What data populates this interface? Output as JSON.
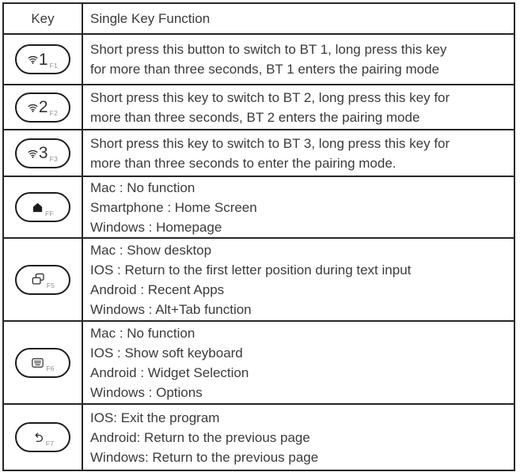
{
  "colors": {
    "table_border": "#262626",
    "body_text": "#3b3b3b",
    "keycap_border": "#1c1c1c",
    "fkey_label": "#8f8f8f",
    "background": "#ffffff"
  },
  "table": {
    "header": {
      "key_label": "Key",
      "function_label": "Single Key Function"
    },
    "rows": [
      {
        "key_name": "bt1-key",
        "icon": "wifi-icon",
        "key_number": "1",
        "fkey": "F1",
        "lines": [
          "Short press this button to switch to BT 1, long press this key",
          "for more than three seconds, BT 1 enters the pairing mode"
        ]
      },
      {
        "key_name": "bt2-key",
        "icon": "wifi-icon",
        "key_number": "2",
        "fkey": "F2",
        "lines": [
          "Short press this key to switch to BT 2, long press this key for",
          "more than three seconds, BT 2 enters the pairing mode"
        ]
      },
      {
        "key_name": "bt3-key",
        "icon": "wifi-icon",
        "key_number": "3",
        "fkey": "F3",
        "lines": [
          "Short press this key to switch to BT 3, long press this key for",
          "more than three seconds to enter the pairing mode."
        ]
      },
      {
        "key_name": "home-key",
        "icon": "home-icon",
        "key_number": "",
        "fkey": "FF",
        "lines": [
          "Mac : No function",
          "Smartphone : Home Screen",
          "Windows : Homepage"
        ]
      },
      {
        "key_name": "show-desktop-key",
        "icon": "show-desktop-icon",
        "key_number": "",
        "fkey": "F5",
        "lines": [
          "Mac : Show desktop",
          "IOS : Return to the first letter position during text input",
          "Android : Recent Apps",
          "Windows : Alt+Tab function"
        ]
      },
      {
        "key_name": "soft-keyboard-key",
        "icon": "keyboard-icon",
        "key_number": "",
        "fkey": "F6",
        "lines": [
          "Mac : No function",
          "IOS : Show soft keyboard",
          "Android : Widget Selection",
          "Windows : Options"
        ]
      },
      {
        "key_name": "back-key",
        "icon": "back-arrow-icon",
        "key_number": "",
        "fkey": "F7",
        "lines": [
          "IOS: Exit the program",
          "Android: Return to the previous page",
          "Windows: Return to the previous page"
        ]
      }
    ]
  }
}
